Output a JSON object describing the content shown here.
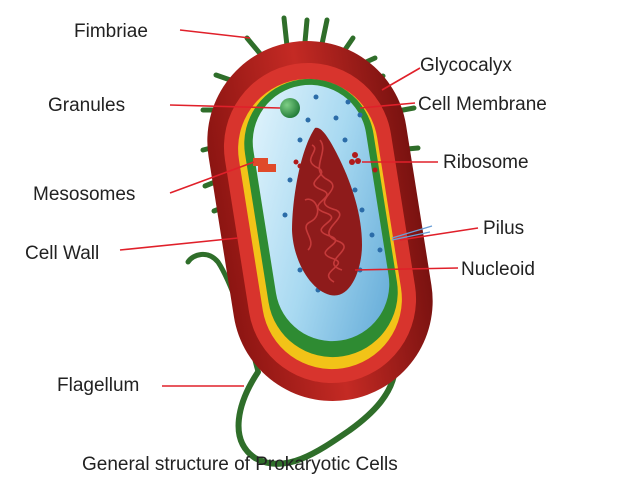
{
  "caption": "General structure of Prokaryotic Cells",
  "labels": {
    "fimbriae": "Fimbriae",
    "granules": "Granules",
    "mesosomes": "Mesosomes",
    "cell_wall": "Cell Wall",
    "flagellum": "Flagellum",
    "glycocalyx": "Glycocalyx",
    "cell_membrane": "Cell Membrane",
    "ribosome": "Ribosome",
    "pilus": "Pilus",
    "nucleoid": "Nucleoid"
  },
  "colors": {
    "leader_line": "#e0202a",
    "capsule": "#b8231f",
    "cell_wall": "#d8342d",
    "membrane_green": "#2e8b32",
    "membrane_yellow": "#f2c318",
    "cytoplasm": "#a9d8f0",
    "nucleoid": "#8e1b1b",
    "appendage": "#2f6e2a"
  }
}
